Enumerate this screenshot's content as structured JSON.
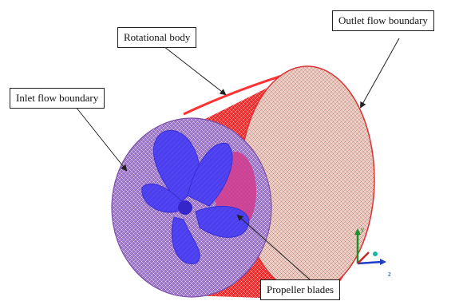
{
  "labels": {
    "rotational_body": "Rotational body",
    "outlet": "Outlet flow boundary",
    "inlet": "Inlet flow boundary",
    "propeller": "Propeller blades"
  },
  "axis_triad": {
    "y": "y",
    "z": "z"
  },
  "colors": {
    "cylinder_mesh": "#ee2222",
    "outlet_face": "#e8c4b8",
    "inlet_face": "#9a6fc4",
    "blades": "#4a3ee8",
    "hub": "#d23a8c"
  }
}
